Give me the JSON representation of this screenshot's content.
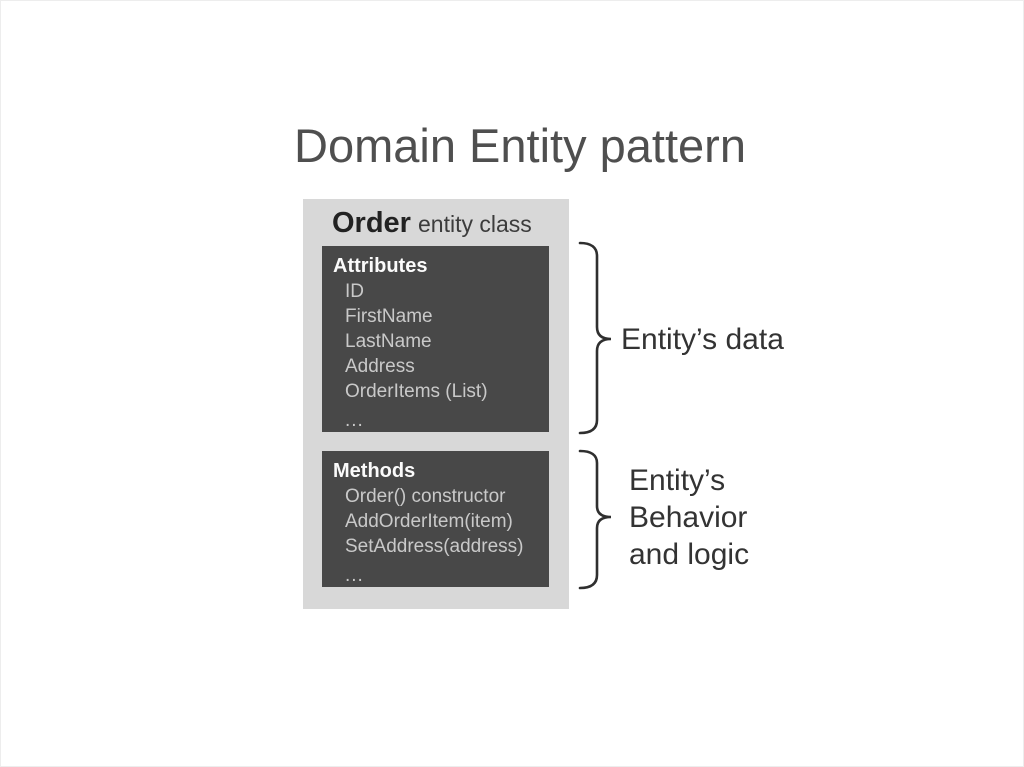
{
  "title": "Domain Entity pattern",
  "entity_card": {
    "name": "Order",
    "name_suffix": "entity class",
    "sections": [
      {
        "heading": "Attributes",
        "items": [
          "ID",
          "FirstName",
          "LastName",
          "Address",
          "OrderItems (List)"
        ],
        "ellipsis": "..."
      },
      {
        "heading": "Methods",
        "items": [
          "Order() constructor",
          "AddOrderItem(item)",
          "SetAddress(address)"
        ],
        "ellipsis": "..."
      }
    ]
  },
  "annotations": [
    {
      "lines": [
        "Entity’s data"
      ]
    },
    {
      "lines": [
        "Entity’s",
        "Behavior",
        "and logic"
      ]
    }
  ],
  "colors": {
    "background": "#ffffff",
    "card_background": "#d8d8d8",
    "section_background": "#484848",
    "title_text": "#4f4f4f",
    "heading_text": "#fbfbfb",
    "item_text": "#c9c9c9",
    "annotation_text": "#333333",
    "brace_stroke": "#2f2f2f"
  }
}
